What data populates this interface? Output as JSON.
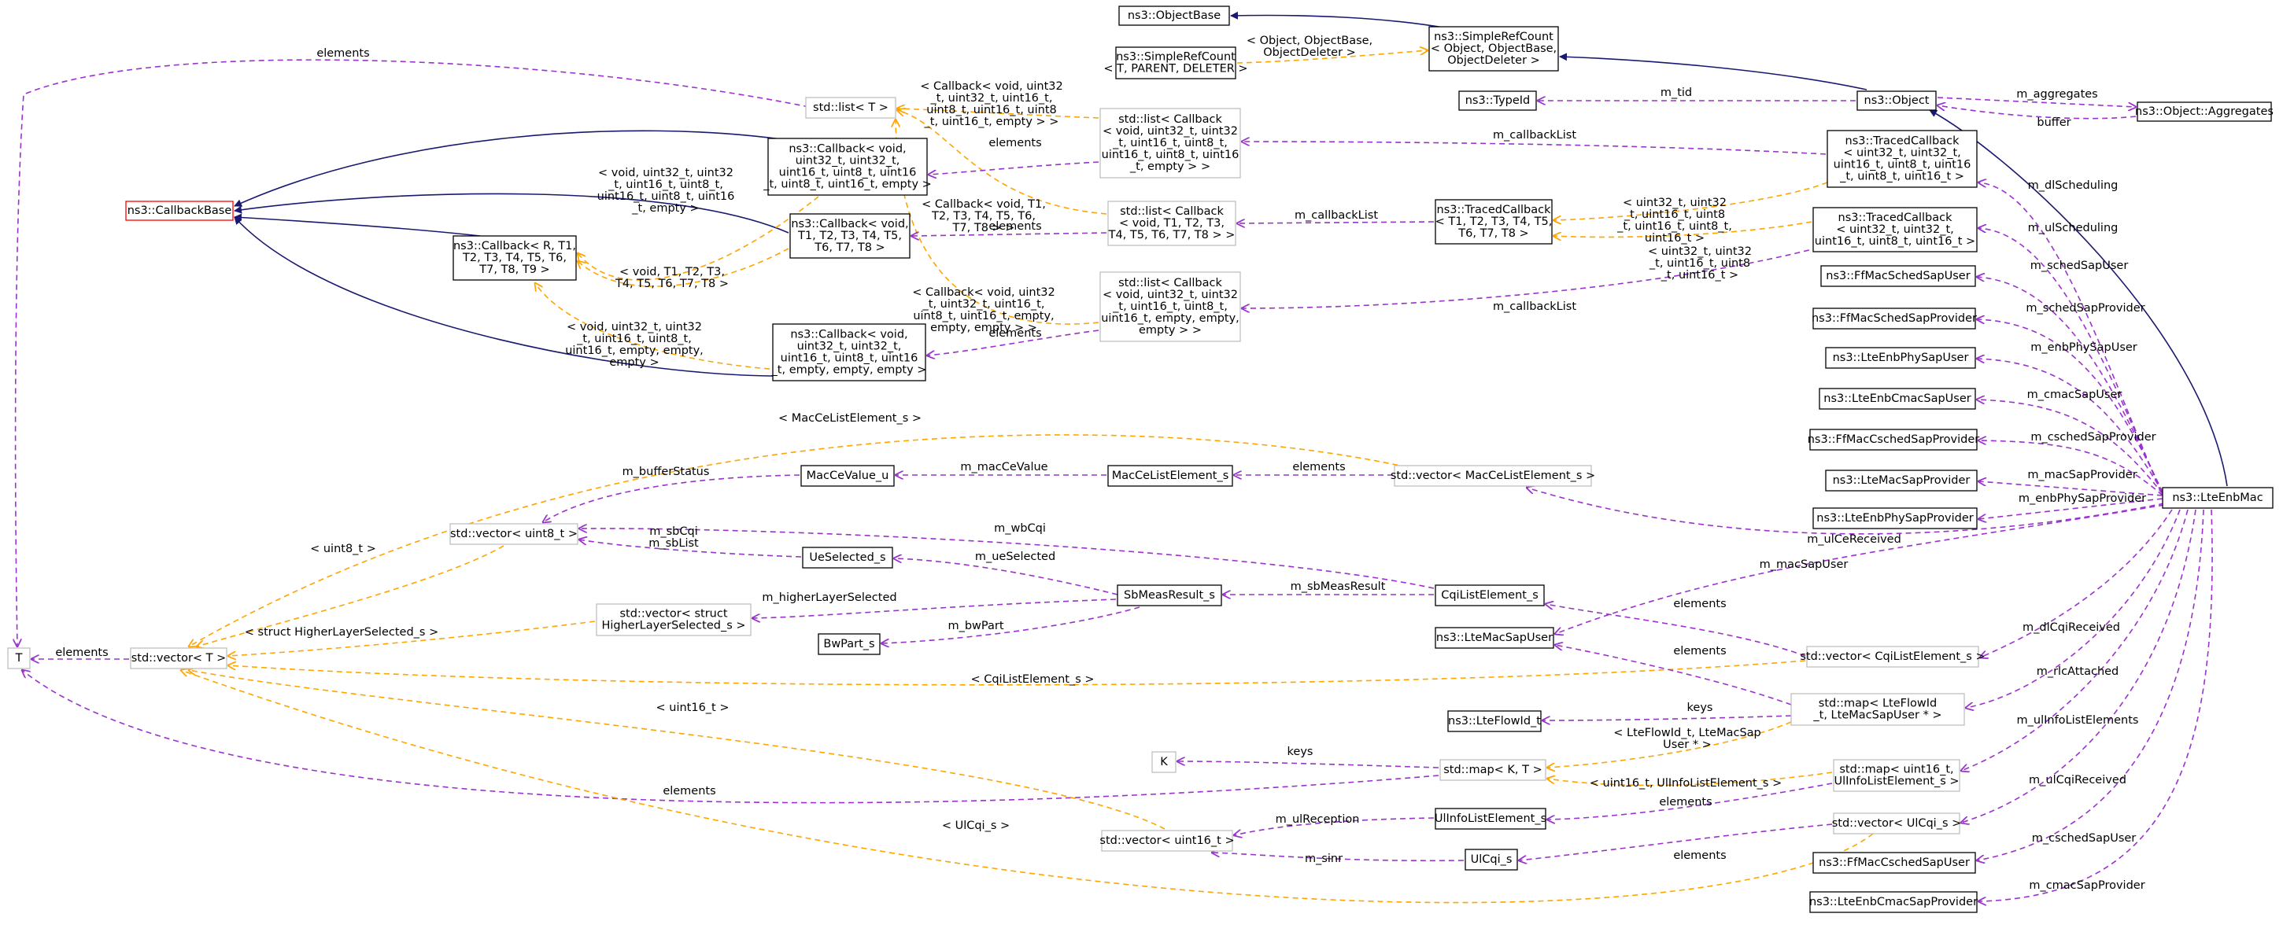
{
  "diagram": {
    "nodes": [
      {
        "id": "ObjectBase",
        "lines": [
          "ns3::ObjectBase"
        ],
        "style": "solid"
      },
      {
        "id": "SimpleRefCountObj",
        "lines": [
          "ns3::SimpleRefCount",
          "< Object, ObjectBase,",
          "ObjectDeleter >"
        ],
        "style": "solid"
      },
      {
        "id": "SimpleRefCountT",
        "lines": [
          "ns3::SimpleRefCount",
          "< T, PARENT, DELETER >"
        ],
        "style": "solid"
      },
      {
        "id": "Object",
        "lines": [
          "ns3::Object"
        ],
        "style": "solid"
      },
      {
        "id": "TypeId",
        "lines": [
          "ns3::TypeId"
        ],
        "style": "solid"
      },
      {
        "id": "Aggregates",
        "lines": [
          "ns3::Object::Aggregates"
        ],
        "style": "solid"
      },
      {
        "id": "TracedCallback5",
        "lines": [
          "ns3::TracedCallback",
          "< uint32_t, uint32_t,",
          "uint16_t, uint8_t, uint16",
          "_t, uint8_t, uint16_t >"
        ],
        "style": "solid"
      },
      {
        "id": "TracedCallbackT",
        "lines": [
          "ns3::TracedCallback",
          "< T1, T2, T3, T4, T5,",
          "T6, T7, T8 >"
        ],
        "style": "solid"
      },
      {
        "id": "TracedCallback4",
        "lines": [
          "ns3::TracedCallback",
          "< uint32_t, uint32_t,",
          "uint16_t, uint8_t, uint16_t >"
        ],
        "style": "solid"
      },
      {
        "id": "StdListT",
        "lines": [
          "std::list< T >"
        ],
        "style": "gray"
      },
      {
        "id": "StdListCb5",
        "lines": [
          "std::list< Callback",
          "< void, uint32_t, uint32",
          "_t, uint16_t, uint8_t,",
          "uint16_t, uint8_t, uint16",
          "_t, empty > >"
        ],
        "style": "gray"
      },
      {
        "id": "StdListCbT",
        "lines": [
          "std::list< Callback",
          "< void, T1, T2, T3,",
          "T4, T5, T6, T7, T8 > >"
        ],
        "style": "gray"
      },
      {
        "id": "StdListCb4",
        "lines": [
          "std::list< Callback",
          "< void, uint32_t, uint32",
          "_t, uint16_t, uint8_t,",
          "uint16_t, empty, empty,",
          "empty > >"
        ],
        "style": "gray"
      },
      {
        "id": "Callback5",
        "lines": [
          "ns3::Callback< void,",
          "uint32_t, uint32_t,",
          "uint16_t, uint8_t, uint16",
          "_t, uint8_t, uint16_t, empty >"
        ],
        "style": "solid"
      },
      {
        "id": "CallbackBase",
        "lines": [
          "ns3::CallbackBase"
        ],
        "style": "red"
      },
      {
        "id": "CallbackR",
        "lines": [
          "ns3::Callback< R, T1,",
          "T2, T3, T4, T5, T6,",
          "T7, T8, T9 >"
        ],
        "style": "solid"
      },
      {
        "id": "CallbackT",
        "lines": [
          "ns3::Callback< void,",
          "T1, T2, T3, T4, T5,",
          "T6, T7, T8 >"
        ],
        "style": "solid"
      },
      {
        "id": "Callback4",
        "lines": [
          "ns3::Callback< void,",
          "uint32_t, uint32_t,",
          "uint16_t, uint8_t, uint16",
          "_t, empty, empty, empty >"
        ],
        "style": "solid"
      },
      {
        "id": "FfMacSchedSapUser",
        "lines": [
          "ns3::FfMacSchedSapUser"
        ],
        "style": "solid"
      },
      {
        "id": "FfMacSchedSapProvider",
        "lines": [
          "ns3::FfMacSchedSapProvider"
        ],
        "style": "solid"
      },
      {
        "id": "LteEnbPhySapUser",
        "lines": [
          "ns3::LteEnbPhySapUser"
        ],
        "style": "solid"
      },
      {
        "id": "LteEnbCmacSapUser",
        "lines": [
          "ns3::LteEnbCmacSapUser"
        ],
        "style": "solid"
      },
      {
        "id": "FfMacCschedSapProvider",
        "lines": [
          "ns3::FfMacCschedSapProvider"
        ],
        "style": "solid"
      },
      {
        "id": "LteMacSapProvider",
        "lines": [
          "ns3::LteMacSapProvider"
        ],
        "style": "solid"
      },
      {
        "id": "LteEnbPhySapProvider",
        "lines": [
          "ns3::LteEnbPhySapProvider"
        ],
        "style": "solid"
      },
      {
        "id": "LteEnbMac",
        "lines": [
          "ns3::LteEnbMac"
        ],
        "style": "root"
      },
      {
        "id": "MacCeValue",
        "lines": [
          "MacCeValue_u"
        ],
        "style": "solid"
      },
      {
        "id": "MacCeListElement",
        "lines": [
          "MacCeListElement_s"
        ],
        "style": "solid"
      },
      {
        "id": "VecMacCe",
        "lines": [
          "std::vector< MacCeListElement_s >"
        ],
        "style": "gray"
      },
      {
        "id": "VecUint8",
        "lines": [
          "std::vector< uint8_t >"
        ],
        "style": "gray"
      },
      {
        "id": "UeSelected",
        "lines": [
          "UeSelected_s"
        ],
        "style": "solid"
      },
      {
        "id": "VecHigher",
        "lines": [
          "std::vector< struct",
          "HigherLayerSelected_s >"
        ],
        "style": "gray"
      },
      {
        "id": "SbMeasResult",
        "lines": [
          "SbMeasResult_s"
        ],
        "style": "solid"
      },
      {
        "id": "CqiListElement",
        "lines": [
          "CqiListElement_s"
        ],
        "style": "solid"
      },
      {
        "id": "BwPart",
        "lines": [
          "BwPart_s"
        ],
        "style": "solid"
      },
      {
        "id": "T",
        "lines": [
          "T"
        ],
        "style": "gray"
      },
      {
        "id": "VecT",
        "lines": [
          "std::vector< T >"
        ],
        "style": "gray"
      },
      {
        "id": "LteMacSapUser",
        "lines": [
          "ns3::LteMacSapUser"
        ],
        "style": "solid"
      },
      {
        "id": "VecCqi",
        "lines": [
          "std::vector< CqiListElement_s >"
        ],
        "style": "gray"
      },
      {
        "id": "LteFlowId",
        "lines": [
          "ns3::LteFlowId_t"
        ],
        "style": "solid"
      },
      {
        "id": "MapFlow",
        "lines": [
          "std::map< LteFlowId",
          "_t, LteMacSapUser * >"
        ],
        "style": "gray"
      },
      {
        "id": "K",
        "lines": [
          "K"
        ],
        "style": "gray"
      },
      {
        "id": "MapKT",
        "lines": [
          "std::map< K, T >"
        ],
        "style": "gray"
      },
      {
        "id": "MapUl",
        "lines": [
          "std::map< uint16_t,",
          "UlInfoListElement_s >"
        ],
        "style": "gray"
      },
      {
        "id": "UlInfoList",
        "lines": [
          "UlInfoListElement_s"
        ],
        "style": "solid"
      },
      {
        "id": "VecUint16",
        "lines": [
          "std::vector< uint16_t >"
        ],
        "style": "gray"
      },
      {
        "id": "UlCqi",
        "lines": [
          "UlCqi_s"
        ],
        "style": "solid"
      },
      {
        "id": "VecUlCqi",
        "lines": [
          "std::vector< UlCqi_s >"
        ],
        "style": "gray"
      },
      {
        "id": "FfMacCschedSapUser",
        "lines": [
          "ns3::FfMacCschedSapUser"
        ],
        "style": "solid"
      },
      {
        "id": "LteEnbCmacSapProvider",
        "lines": [
          "ns3::LteEnbCmacSapProvider"
        ],
        "style": "solid"
      }
    ],
    "edges": [
      {
        "kind": "inh",
        "label": [],
        "from": "SimpleRefCountObj",
        "to": "ObjectBase"
      },
      {
        "kind": "tpl",
        "label": [
          "< Object, ObjectBase,",
          "ObjectDeleter >"
        ],
        "from": "SimpleRefCountT",
        "to": "SimpleRefCountObj"
      },
      {
        "kind": "inh",
        "label": [],
        "from": "Object",
        "to": "SimpleRefCountObj"
      },
      {
        "kind": "use",
        "label": [
          "m_tid"
        ],
        "from": "Object",
        "to": "TypeId"
      },
      {
        "kind": "use",
        "label": [
          "m_aggregates"
        ],
        "from": "Object",
        "to": "Aggregates"
      },
      {
        "kind": "use",
        "label": [
          "buffer"
        ],
        "from": "Aggregates",
        "to": "Object"
      },
      {
        "kind": "inh",
        "label": [],
        "from": "LteEnbMac",
        "to": "Object"
      },
      {
        "kind": "use",
        "label": [
          "m_callbackList"
        ],
        "from": "TracedCallback5",
        "to": "StdListCb5"
      },
      {
        "kind": "tpl",
        "label": [
          "< uint32_t, uint32",
          "_t, uint16_t, uint8",
          "_t, uint16_t, uint8_t,",
          "uint16_t >"
        ],
        "from": "TracedCallback5",
        "to": "TracedCallbackT"
      },
      {
        "kind": "use",
        "label": [
          "m_callbackList"
        ],
        "from": "TracedCallbackT",
        "to": "StdListCbT"
      },
      {
        "kind": "tpl",
        "label": [
          "< uint32_t, uint32",
          "_t, uint16_t, uint8",
          "_t, uint16_t >"
        ],
        "from": "TracedCallback4",
        "to": "TracedCallbackT"
      },
      {
        "kind": "use",
        "label": [
          "m_callbackList"
        ],
        "from": "TracedCallback4",
        "to": "StdListCb4"
      },
      {
        "kind": "use",
        "label": [
          "elements"
        ],
        "from": "StdListT",
        "to": "T"
      },
      {
        "kind": "tpl",
        "label": [
          "< Callback< void, uint32",
          "_t, uint32_t, uint16_t,",
          "uint8_t, uint16_t, uint8",
          "_t, uint16_t, empty > >"
        ],
        "from": "StdListCb5",
        "to": "StdListT"
      },
      {
        "kind": "tpl",
        "label": [
          "< Callback< void, T1,",
          "T2, T3, T4, T5, T6,",
          "T7, T8 > >"
        ],
        "from": "StdListCbT",
        "to": "StdListT"
      },
      {
        "kind": "tpl",
        "label": [
          "< Callback< void, uint32",
          "_t, uint32_t, uint16_t,",
          "uint8_t, uint16_t, empty,",
          "empty, empty > >"
        ],
        "from": "StdListCb4",
        "to": "StdListT"
      },
      {
        "kind": "use",
        "label": [
          "elements"
        ],
        "from": "StdListCb5",
        "to": "Callback5"
      },
      {
        "kind": "use",
        "label": [
          "elements"
        ],
        "from": "StdListCbT",
        "to": "CallbackT"
      },
      {
        "kind": "use",
        "label": [
          "elements"
        ],
        "from": "StdListCb4",
        "to": "Callback4"
      },
      {
        "kind": "inh",
        "label": [],
        "from": "Callback5",
        "to": "CallbackBase"
      },
      {
        "kind": "inh",
        "label": [],
        "from": "CallbackT",
        "to": "CallbackBase"
      },
      {
        "kind": "inh",
        "label": [],
        "from": "CallbackR",
        "to": "CallbackBase"
      },
      {
        "kind": "inh",
        "label": [],
        "from": "Callback4",
        "to": "CallbackBase"
      },
      {
        "kind": "tpl",
        "label": [
          "< void, uint32_t, uint32",
          "_t, uint16_t, uint8_t,",
          "uint16_t, uint8_t, uint16",
          "_t, empty >"
        ],
        "from": "Callback5",
        "to": "CallbackR"
      },
      {
        "kind": "tpl",
        "label": [
          "< void, T1, T2, T3,",
          "T4, T5, T6, T7, T8 >"
        ],
        "from": "CallbackT",
        "to": "CallbackR"
      },
      {
        "kind": "tpl",
        "label": [
          "< void, uint32_t, uint32",
          "_t, uint16_t, uint8_t,",
          "uint16_t, empty, empty,",
          "empty >"
        ],
        "from": "Callback4",
        "to": "CallbackR"
      },
      {
        "kind": "use",
        "label": [
          "m_dlScheduling"
        ],
        "from": "LteEnbMac",
        "to": "TracedCallback5"
      },
      {
        "kind": "use",
        "label": [
          "m_ulScheduling"
        ],
        "from": "LteEnbMac",
        "to": "TracedCallback4"
      },
      {
        "kind": "use",
        "label": [
          "m_schedSapUser"
        ],
        "from": "LteEnbMac",
        "to": "FfMacSchedSapUser"
      },
      {
        "kind": "use",
        "label": [
          "m_schedSapProvider"
        ],
        "from": "LteEnbMac",
        "to": "FfMacSchedSapProvider"
      },
      {
        "kind": "use",
        "label": [
          "m_enbPhySapUser"
        ],
        "from": "LteEnbMac",
        "to": "LteEnbPhySapUser"
      },
      {
        "kind": "use",
        "label": [
          "m_cmacSapUser"
        ],
        "from": "LteEnbMac",
        "to": "LteEnbCmacSapUser"
      },
      {
        "kind": "use",
        "label": [
          "m_cschedSapProvider"
        ],
        "from": "LteEnbMac",
        "to": "FfMacCschedSapProvider"
      },
      {
        "kind": "use",
        "label": [
          "m_macSapProvider"
        ],
        "from": "LteEnbMac",
        "to": "LteMacSapProvider"
      },
      {
        "kind": "use",
        "label": [
          "m_enbPhySapProvider"
        ],
        "from": "LteEnbMac",
        "to": "LteEnbPhySapProvider"
      },
      {
        "kind": "use",
        "label": [
          "m_ulCeReceived"
        ],
        "from": "LteEnbMac",
        "to": "VecMacCe"
      },
      {
        "kind": "use",
        "label": [
          "m_macSapUser"
        ],
        "from": "LteEnbMac",
        "to": "LteMacSapUser"
      },
      {
        "kind": "use",
        "label": [
          "m_dlCqiReceived"
        ],
        "from": "LteEnbMac",
        "to": "VecCqi"
      },
      {
        "kind": "use",
        "label": [
          "m_rlcAttached"
        ],
        "from": "LteEnbMac",
        "to": "MapFlow"
      },
      {
        "kind": "use",
        "label": [
          "m_ulInfoListElements"
        ],
        "from": "LteEnbMac",
        "to": "MapUl"
      },
      {
        "kind": "use",
        "label": [
          "m_ulCqiReceived"
        ],
        "from": "LteEnbMac",
        "to": "VecUlCqi"
      },
      {
        "kind": "use",
        "label": [
          "m_cschedSapUser"
        ],
        "from": "LteEnbMac",
        "to": "FfMacCschedSapUser"
      },
      {
        "kind": "use",
        "label": [
          "m_cmacSapProvider"
        ],
        "from": "LteEnbMac",
        "to": "LteEnbCmacSapProvider"
      },
      {
        "kind": "tpl",
        "label": [
          "< MacCeListElement_s >"
        ],
        "from": "VecMacCe",
        "to": "VecT"
      },
      {
        "kind": "use",
        "label": [
          "elements"
        ],
        "from": "VecMacCe",
        "to": "MacCeListElement"
      },
      {
        "kind": "use",
        "label": [
          "m_macCeValue"
        ],
        "from": "MacCeListElement",
        "to": "MacCeValue"
      },
      {
        "kind": "use",
        "label": [
          "m_bufferStatus"
        ],
        "from": "MacCeValue",
        "to": "VecUint8"
      },
      {
        "kind": "tpl",
        "label": [
          "< uint8_t >"
        ],
        "from": "VecUint8",
        "to": "VecT"
      },
      {
        "kind": "use",
        "label": [
          "m_sbCqi",
          "m_sbList"
        ],
        "from": "UeSelected",
        "to": "VecUint8"
      },
      {
        "kind": "use",
        "label": [
          "m_wbCqi"
        ],
        "from": "CqiListElement",
        "to": "VecUint8"
      },
      {
        "kind": "use",
        "label": [
          "m_ueSelected"
        ],
        "from": "SbMeasResult",
        "to": "UeSelected"
      },
      {
        "kind": "use",
        "label": [
          "m_higherLayerSelected"
        ],
        "from": "SbMeasResult",
        "to": "VecHigher"
      },
      {
        "kind": "use",
        "label": [
          "m_bwPart"
        ],
        "from": "SbMeasResult",
        "to": "BwPart"
      },
      {
        "kind": "use",
        "label": [
          "m_sbMeasResult"
        ],
        "from": "CqiListElement",
        "to": "SbMeasResult"
      },
      {
        "kind": "tpl",
        "label": [
          "< struct HigherLayerSelected_s >"
        ],
        "from": "VecHigher",
        "to": "VecT"
      },
      {
        "kind": "use",
        "label": [
          "elements"
        ],
        "from": "VecT",
        "to": "T"
      },
      {
        "kind": "use",
        "label": [
          "elements"
        ],
        "from": "VecCqi",
        "to": "CqiListElement"
      },
      {
        "kind": "tpl",
        "label": [
          "< CqiListElement_s >"
        ],
        "from": "VecCqi",
        "to": "VecT"
      },
      {
        "kind": "use",
        "label": [
          "elements"
        ],
        "from": "MapFlow",
        "to": "LteMacSapUser"
      },
      {
        "kind": "use",
        "label": [
          "keys"
        ],
        "from": "MapFlow",
        "to": "LteFlowId"
      },
      {
        "kind": "tpl",
        "label": [
          "< LteFlowId_t, LteMacSap",
          "User * >"
        ],
        "from": "MapFlow",
        "to": "MapKT"
      },
      {
        "kind": "use",
        "label": [
          "keys"
        ],
        "from": "MapKT",
        "to": "K"
      },
      {
        "kind": "use",
        "label": [
          "elements"
        ],
        "from": "MapKT",
        "to": "T"
      },
      {
        "kind": "tpl",
        "label": [
          "< uint16_t, UlInfoListElement_s >"
        ],
        "from": "MapUl",
        "to": "MapKT"
      },
      {
        "kind": "use",
        "label": [
          "elements"
        ],
        "from": "MapUl",
        "to": "UlInfoList"
      },
      {
        "kind": "use",
        "label": [
          "m_ulReception"
        ],
        "from": "UlInfoList",
        "to": "VecUint16"
      },
      {
        "kind": "tpl",
        "label": [
          "< uint16_t >"
        ],
        "from": "VecUint16",
        "to": "VecT"
      },
      {
        "kind": "use",
        "label": [
          "m_sinr"
        ],
        "from": "UlCqi",
        "to": "VecUint16"
      },
      {
        "kind": "use",
        "label": [
          "elements"
        ],
        "from": "VecUlCqi",
        "to": "UlCqi"
      },
      {
        "kind": "tpl",
        "label": [
          "< UlCqi_s >"
        ],
        "from": "VecUlCqi",
        "to": "VecT"
      }
    ]
  },
  "colors": {
    "inheritance": "#191970",
    "usage": "#9a32cd",
    "template": "#ffa500",
    "node_border": "#000000",
    "gray_border": "#bfbfbf",
    "red_border": "#ff0000",
    "root_fill": "#bfbfbf"
  }
}
